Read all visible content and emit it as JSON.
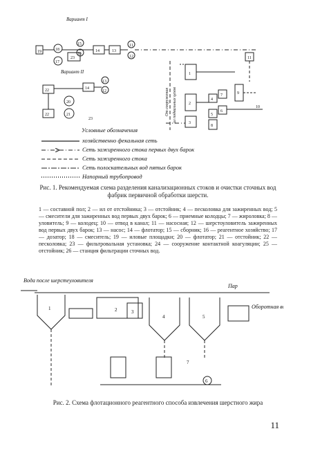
{
  "fig1": {
    "variant1_label": "Вариант I",
    "variant2_label": "Вариант II",
    "vertical_label_a": "От сооружения",
    "vertical_label_b": "ил подвальных цехов",
    "numbers": [
      "18",
      "17",
      "15",
      "16",
      "14",
      "13",
      "11",
      "12",
      "23",
      "22",
      "20",
      "21",
      "19",
      "1",
      "2",
      "3",
      "4",
      "5",
      "6",
      "7",
      "8",
      "9",
      "10"
    ]
  },
  "legend": {
    "title": "Условные обозначения",
    "items": [
      {
        "label": "хозяйственно фекальная сеть",
        "style": "solid"
      },
      {
        "label": "Сеть зажиренного стока первых двух барок",
        "style": "dashdot-arrow"
      },
      {
        "label": "Сеть зажиренного стока",
        "style": "dashed"
      },
      {
        "label": "Сеть полоскательных вод пятых барок",
        "style": "dashdot"
      },
      {
        "label": "Напорный трубопровод",
        "style": "dotted"
      }
    ]
  },
  "caption1": {
    "title": "Рис. 1. Рекомендуемая схема разделения канализационных стоков и очистки сточных вод фабрик первичной обработки шерсти.",
    "body": "1 — составной пол; 2 — ил от отстойника; 3 — отстойник; 4 — песколовка для зажиренных вод; 5 — смесители для зажиренных вод первых двух барок; 6 — приемные колодцы; 7 — жироловка; 8 — уловитель; 9 — колодец; 10 — отвод в канал; 11 — насосная; 12 — шерстоуловитель зажиренных вод первых двух барок; 13 — насос; 14 — флотатор; 15 — сборник; 16 — реагентное хозяйство; 17 — дозатор; 18 — смеситель; 19 — иловые площадки; 20 — флотатор; 21 — отстойник; 22 — песколовка; 23 — фильтровальная установка; 24 — сооружение контактной коагуляции; 25 — отстойник; 26 — станция фильтрации сточных вод."
  },
  "fig2": {
    "inlet_label": "Вода после шерстеуловителя",
    "steam_label": "Пар",
    "outlet_label": "Оборотная вода",
    "numbers": [
      "1",
      "2",
      "3",
      "4",
      "5",
      "6",
      "7"
    ]
  },
  "caption2": {
    "title": "Рис. 2. Схема флотационного реагентного способа извлечения шерстного жира"
  },
  "page_number": "11"
}
